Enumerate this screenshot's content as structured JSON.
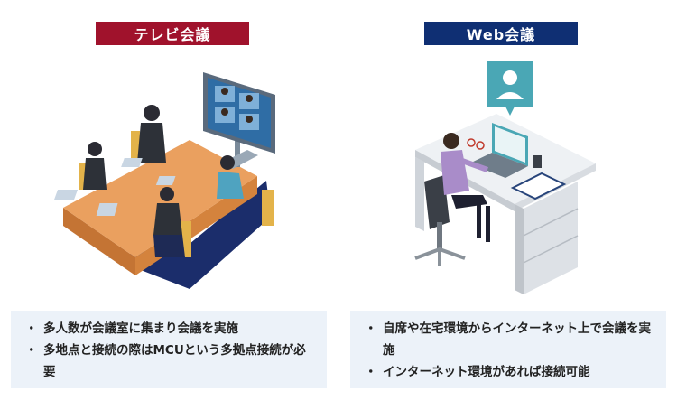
{
  "left": {
    "label": "テレビ会議",
    "bullets": [
      "多人数が会議室に集まり会議を実施",
      "多地点と接続の際はMCUという多拠点接続が必要"
    ],
    "color": "#a0122c"
  },
  "right": {
    "label": "Web会議",
    "bullets": [
      "自席や在宅環境からインターネット上で会議を実施",
      "インターネット環境があれば接続可能"
    ],
    "color": "#0f2f73"
  },
  "icons": {
    "left_illustration": "conference-room-illustration",
    "right_illustration": "desk-web-meeting-illustration"
  }
}
